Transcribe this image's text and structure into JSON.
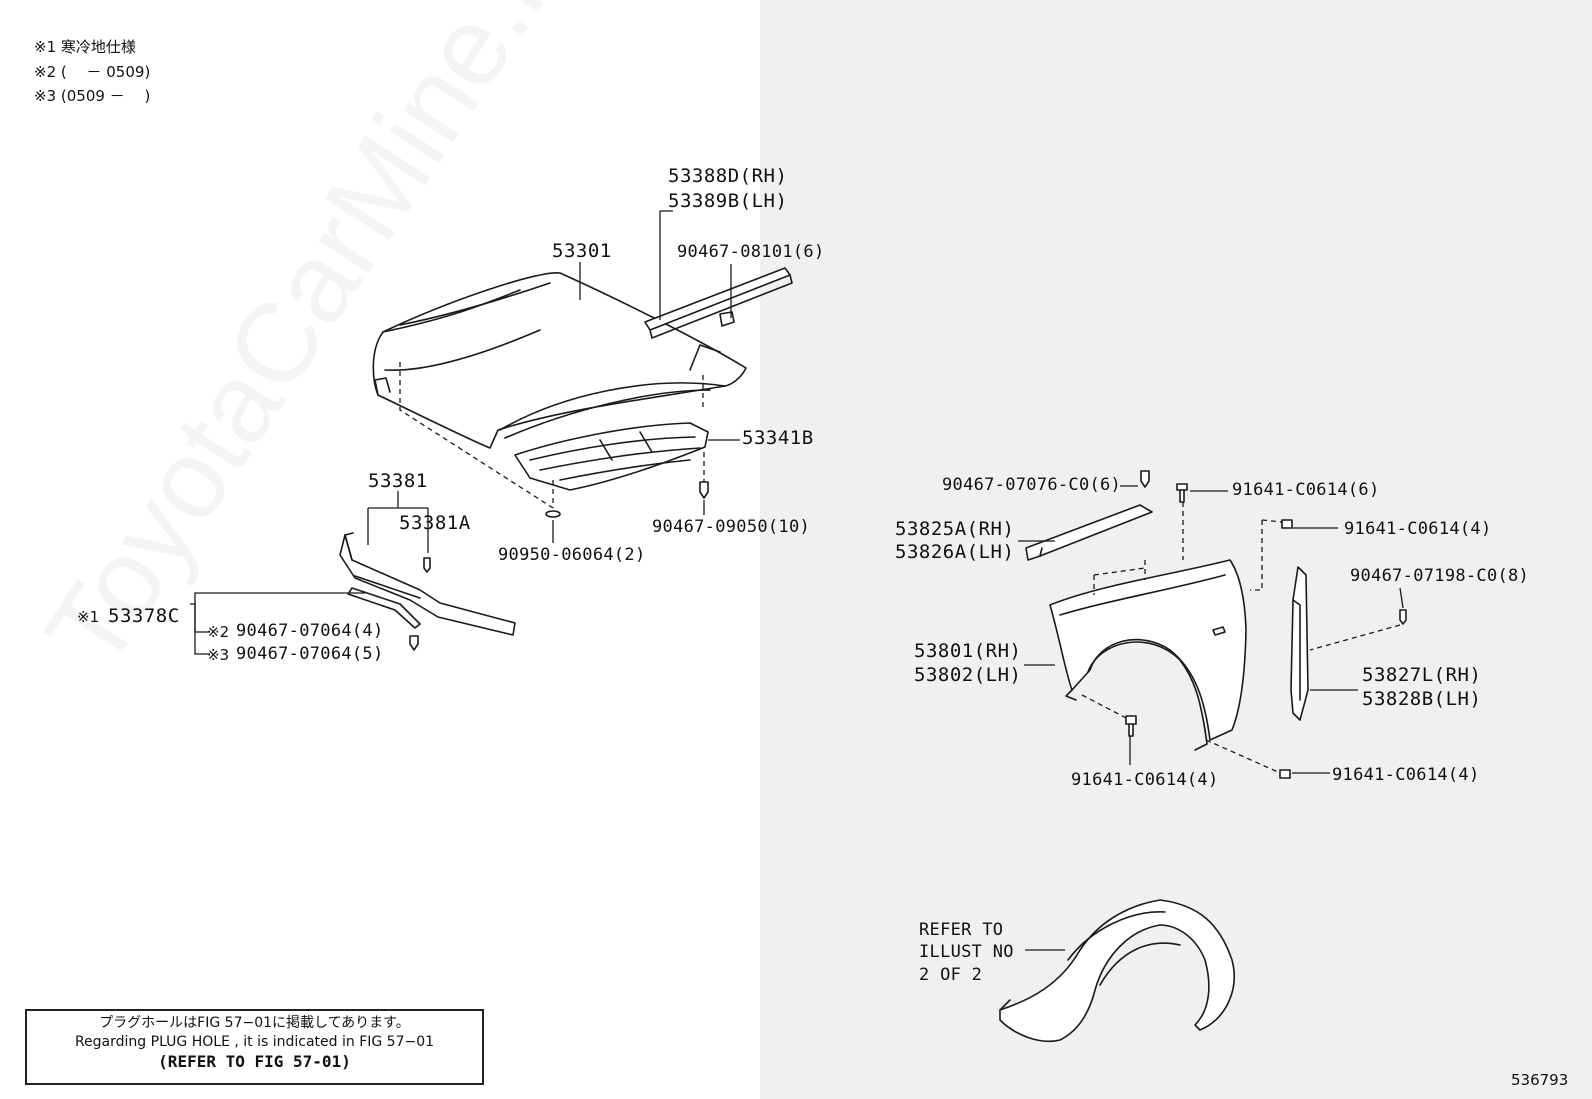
{
  "watermark": "ToyotaCarMine.ru",
  "notes": [
    "※1 寒冷地仕様",
    "※2 (　 － 0509)",
    "※3 (0509 －　 )"
  ],
  "labels": {
    "hood": "53301",
    "hood_seal_rh": "53388D(RH)",
    "hood_seal_lh": "53389B(LH)",
    "clip_hood_seal": "90467-08101(6)",
    "hood_insulator": "53341B",
    "clip_insulator": "90467-09050(10)",
    "plug_hood": "90950-06064(2)",
    "support": "53381",
    "support_sub": "53381A",
    "cold_part_prefix": "※1",
    "cold_part": "53378C",
    "clip_a_prefix": "※2",
    "clip_a": "90467-07064(4)",
    "clip_b_prefix": "※3",
    "clip_b": "90467-07064(5)",
    "clip_fender_top": "90467-07076-C0(6)",
    "bolt_top": "91641-C0614(6)",
    "fender_seal_rh": "53825A(RH)",
    "fender_seal_lh": "53826A(LH)",
    "bolt_rear_upper": "91641-C0614(4)",
    "clip_side": "90467-07198-C0(8)",
    "fender_rh": "53801(RH)",
    "fender_lh": "53802(LH)",
    "side_seal_rh": "53827L(RH)",
    "side_seal_lh": "53828B(LH)",
    "bolt_front_lower": "91641-C0614(4)",
    "bolt_rear_lower": "91641-C0614(4)",
    "refer_line1": "REFER TO",
    "refer_line2": "ILLUST NO",
    "refer_line3": "2 OF 2",
    "figure_no": "536793"
  },
  "plug_box": {
    "line1": "プラグホールはFIG 57−01に掲載してあります。",
    "line2": "Regarding  PLUG  HOLE , it is indicated in FIG  57−01",
    "line3": "(REFER TO FIG 57-01)"
  }
}
